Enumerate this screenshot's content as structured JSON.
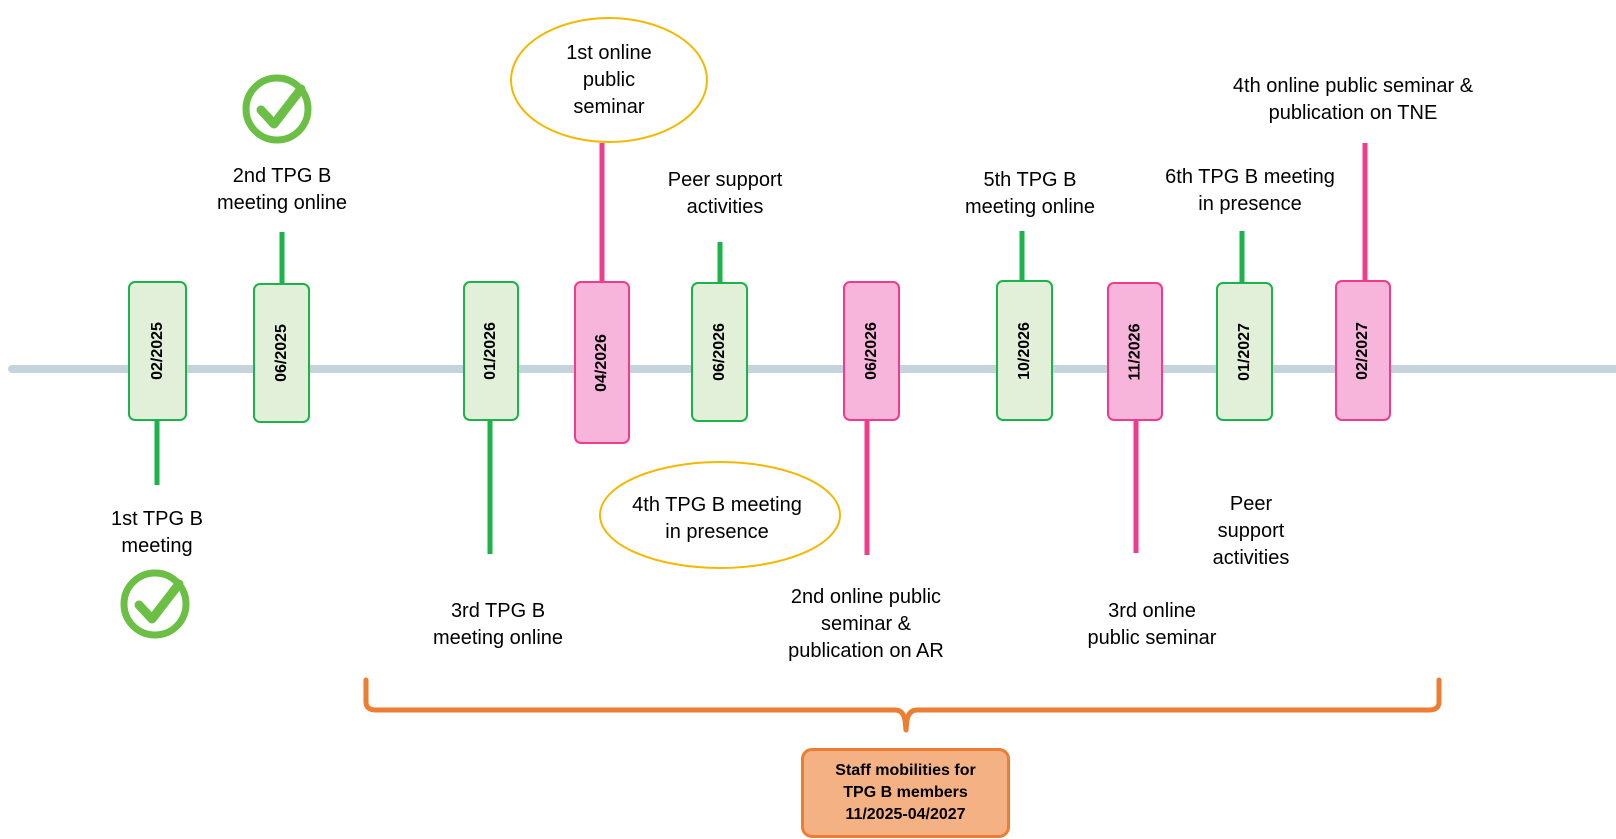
{
  "colors": {
    "axis": "#C5D3DC",
    "meeting_stem": "#1BB34A",
    "meeting_border": "#1BB34A",
    "meeting_fill": "#E2F0D9",
    "seminar_stem": "#F03C8C",
    "seminar_border": "#F03C8C",
    "seminar_fill": "#F8B5DC",
    "highlight_ellipse": "#F5B800",
    "check": "#6CBF45",
    "brace": "#ED7D31",
    "note_fill": "#F4B183"
  },
  "timeline": [
    {
      "date": "02/2025",
      "kind": "meeting",
      "text": "1st TPG B\nmeeting",
      "done": true
    },
    {
      "date": "06/2025",
      "kind": "meeting",
      "text": "2nd TPG B\nmeeting online",
      "done": true
    },
    {
      "date": "01/2026",
      "kind": "meeting",
      "text": "3rd TPG B\nmeeting online"
    },
    {
      "date": "04/2026",
      "kind": "seminar",
      "text": "1st online\npublic\nseminar",
      "highlight": true
    },
    {
      "date": "06/2026",
      "kind": "meeting",
      "text": "Peer support\nactivities"
    },
    {
      "date": "06/2026",
      "kind": "seminar",
      "text": "2nd online public\nseminar &\npublication on AR"
    },
    {
      "date": "10/2026",
      "kind": "meeting",
      "text": "5th TPG B\nmeeting online"
    },
    {
      "date": "11/2026",
      "kind": "seminar",
      "text": "3rd online\npublic seminar"
    },
    {
      "date": "01/2027",
      "kind": "meeting",
      "text": "6th TPG B meeting\nin presence"
    },
    {
      "date": "02/2027",
      "kind": "seminar",
      "text": "4th online public seminar &\npublication on TNE"
    }
  ],
  "extra_labels": [
    {
      "text": "4th TPG B meeting\nin presence",
      "highlight": true
    },
    {
      "text": "Peer\nsupport\nactivities"
    }
  ],
  "bracket_note": "Staff mobilities for\nTPG B members\n11/2025-04/2027"
}
